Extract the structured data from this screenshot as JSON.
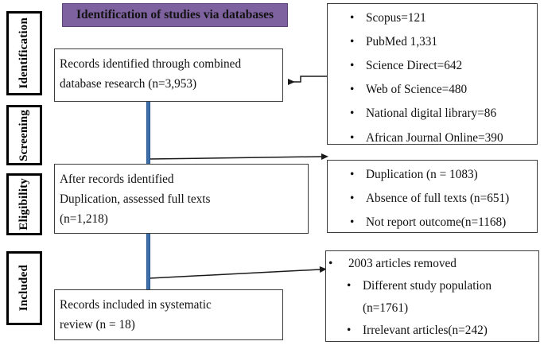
{
  "banner": {
    "title": "Identification of studies via databases"
  },
  "stages": [
    {
      "id": "identification",
      "label": "Identification"
    },
    {
      "id": "screening",
      "label": "Screening"
    },
    {
      "id": "eligibility",
      "label": "Eligibility"
    },
    {
      "id": "included",
      "label": "Included"
    }
  ],
  "process_boxes": {
    "identified": {
      "line1": "Records identified through combined",
      "line2": "database research (n=3,953)"
    },
    "screened": {
      "line1": "After records identified",
      "line2": "Duplication, assessed full texts",
      "line3": "(n=1,218)"
    },
    "included": {
      "line1": "Records included in systematic",
      "line2": "review (n = 18)"
    }
  },
  "source_box": {
    "items": [
      "Scopus=121",
      "PubMed 1,331",
      " Science Direct=642",
      "Web of Science=480",
      "National digital library=86",
      "African Journal Online=390"
    ]
  },
  "excluded_box": {
    "items": [
      "Duplication (n = 1083)",
      "Absence of full texts (n=651)",
      "Not report outcome(n=1168)"
    ]
  },
  "removed_box": {
    "items": [
      "2003 articles removed",
      "Different study population",
      "(n=1761)",
      "Irrelevant articles(n=242)"
    ]
  },
  "bullet_glyph": "•",
  "colors": {
    "banner_fill": "#7e62a0",
    "banner_border": "#5d4579",
    "connector_blue": "#3d6fab",
    "box_border": "#3b3b3b",
    "stage_border": "#000000",
    "text": "#111111",
    "background": "#ffffff"
  }
}
